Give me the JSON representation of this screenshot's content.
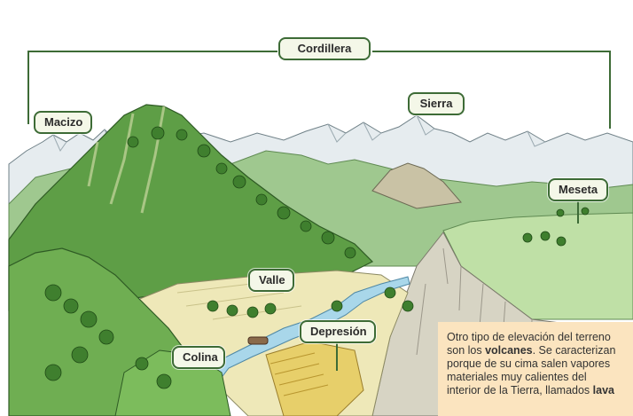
{
  "labels": {
    "cordillera": "Cordillera",
    "macizo": "Macizo",
    "sierra": "Sierra",
    "meseta": "Meseta",
    "valle": "Valle",
    "depresion": "Depresión",
    "colina": "Colina"
  },
  "info_box": {
    "line1": "Otro tipo de elevación del terreno",
    "line2_pre": "son los ",
    "line2_bold": "volcanes",
    "line2_post": ". Se caracterizan",
    "line3": "porque de su cima salen vapores",
    "line4": "materiales muy calientes del",
    "line5_pre": "interior de la Tierra, llamados ",
    "line5_bold": "lava"
  },
  "colors": {
    "label_border": "#3d6b36",
    "label_fill": "#f4f7e8",
    "info_background": "#fbe4bf",
    "sky": "#ffffff"
  }
}
